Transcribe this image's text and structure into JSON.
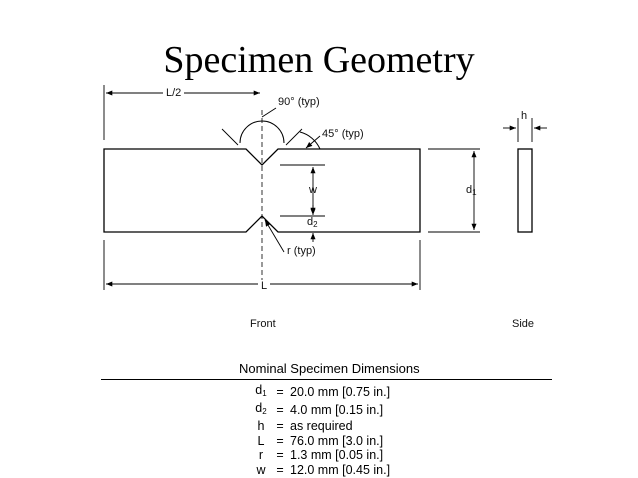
{
  "title": "Specimen Geometry",
  "labels": {
    "half_length": "L/2",
    "angle_90": "90° (typ)",
    "angle_45": "45° (typ)",
    "thickness": "h",
    "width_w": "w",
    "depth_d1": "d",
    "depth_d1_sub": "1",
    "notch_d2": "d",
    "notch_d2_sub": "2",
    "radius": "r (typ)",
    "length": "L",
    "front": "Front",
    "side": "Side"
  },
  "dimensions": {
    "heading": "Nominal Specimen Dimensions",
    "rows": [
      {
        "symbol": "d",
        "sub": "1",
        "eq": "=",
        "value": "20.0 mm [0.75 in.]"
      },
      {
        "symbol": "d",
        "sub": "2",
        "eq": "=",
        "value": "4.0 mm [0.15 in.]"
      },
      {
        "symbol": "h",
        "sub": "",
        "eq": "=",
        "value": "as required"
      },
      {
        "symbol": "L",
        "sub": "",
        "eq": "=",
        "value": "76.0 mm [3.0 in.]"
      },
      {
        "symbol": "r",
        "sub": "",
        "eq": "=",
        "value": "1.3 mm [0.05 in.]"
      },
      {
        "symbol": "w",
        "sub": "",
        "eq": "=",
        "value": "12.0 mm [0.45 in.]"
      }
    ]
  }
}
